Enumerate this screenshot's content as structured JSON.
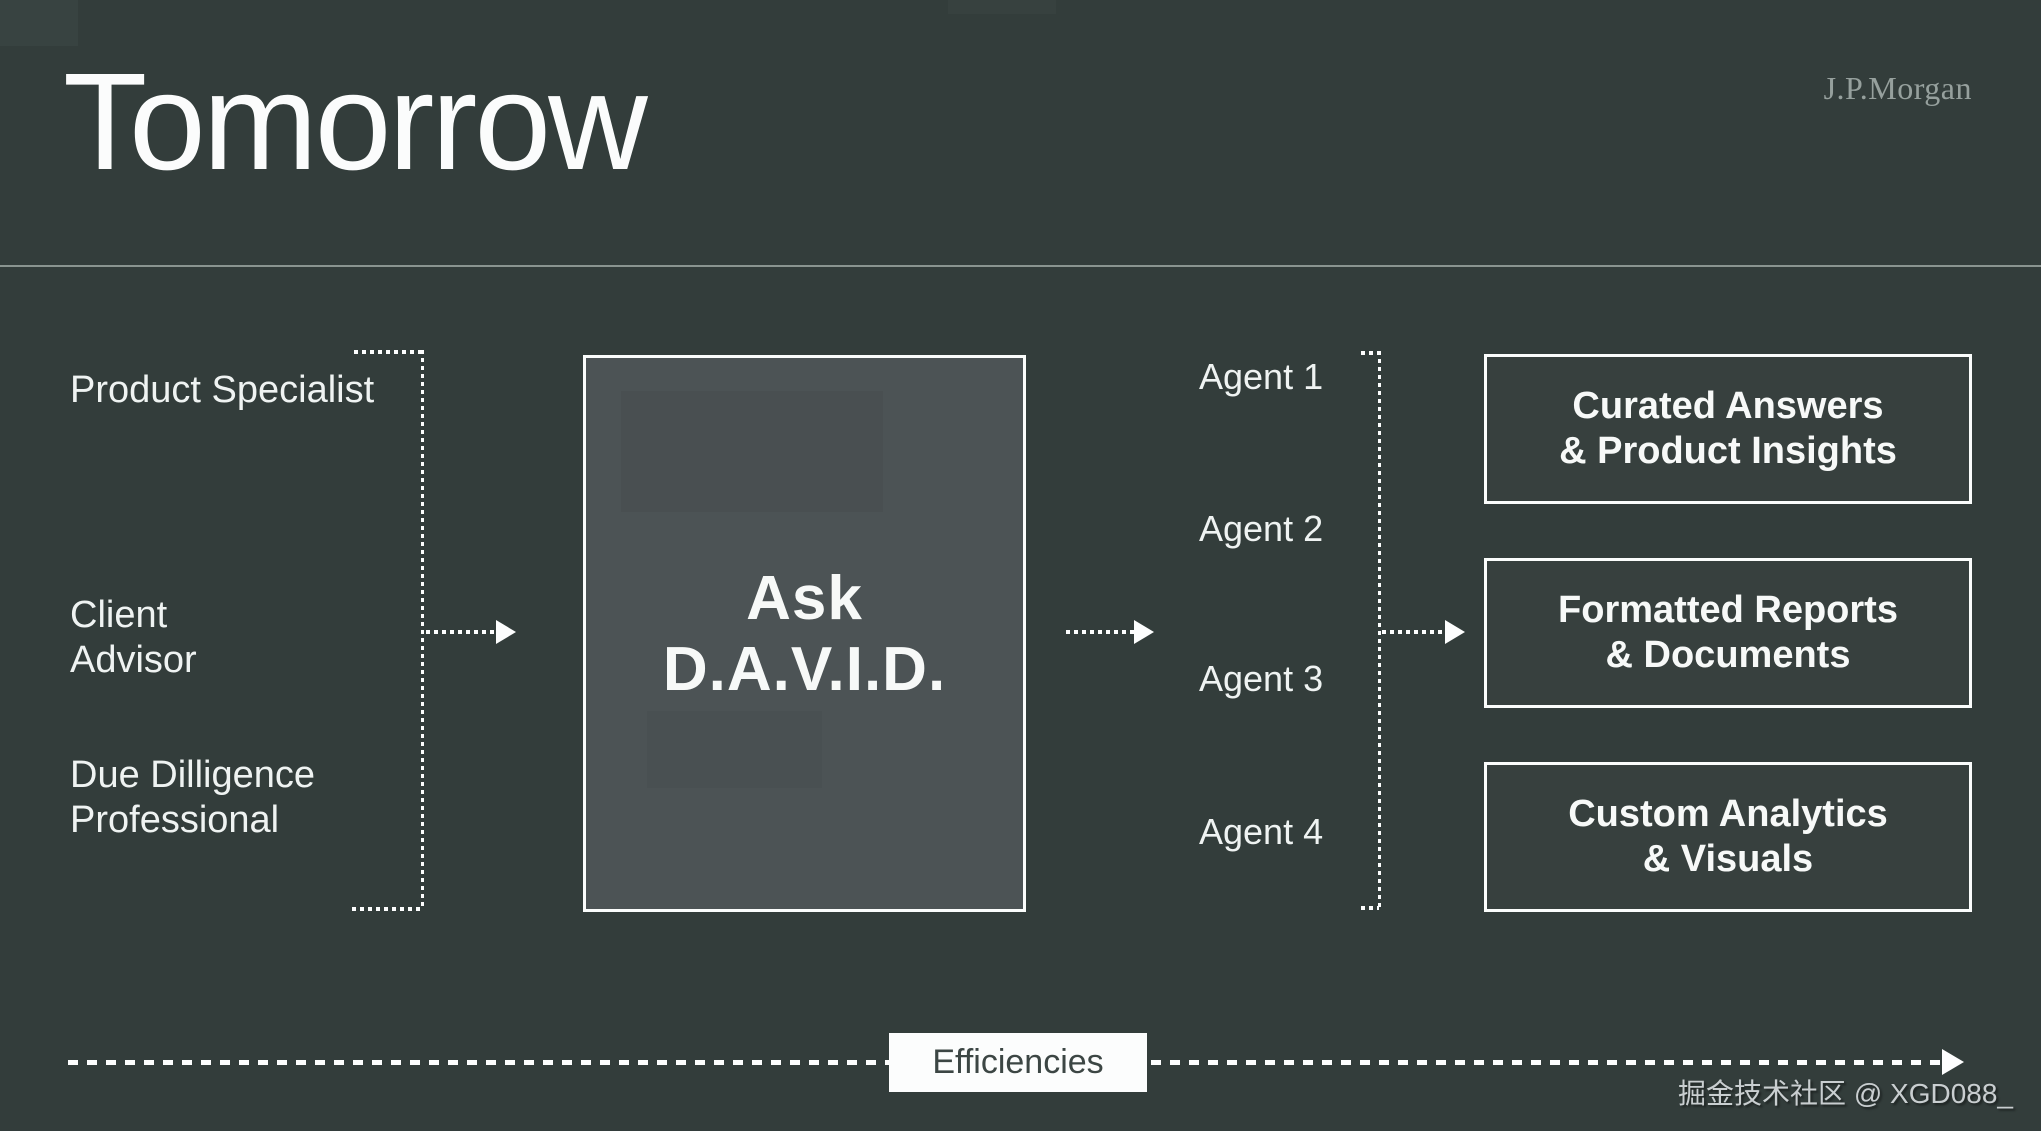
{
  "slide": {
    "title": "Tomorrow",
    "brand": "J.P.Morgan",
    "watermark": "掘金技术社区 @ XGD088_",
    "colors": {
      "background": "#333D3B",
      "panel_fill": "#4C5355",
      "line_white": "#FDFEFE",
      "divider": "#8A9490",
      "brand_text": "#96A09D",
      "efficiencies_text": "#3C4644",
      "watermark_text": "#C9CED0"
    }
  },
  "roles": [
    {
      "line1": "Product Specialist",
      "line2": ""
    },
    {
      "line1": "Client",
      "line2": "Advisor"
    },
    {
      "line1": "Due Dilligence",
      "line2": "Professional"
    }
  ],
  "center": {
    "line1": "Ask",
    "line2": "D.A.V.I.D."
  },
  "agents": [
    {
      "label": "Agent 1"
    },
    {
      "label": "Agent 2"
    },
    {
      "label": "Agent 3"
    },
    {
      "label": "Agent 4"
    }
  ],
  "outputs": [
    {
      "line1": "Curated Answers",
      "line2": "& Product Insights"
    },
    {
      "line1": "Formatted Reports",
      "line2": "& Documents"
    },
    {
      "line1": "Custom Analytics",
      "line2": "& Visuals"
    }
  ],
  "bottom": {
    "efficiencies_label": "Efficiencies"
  }
}
